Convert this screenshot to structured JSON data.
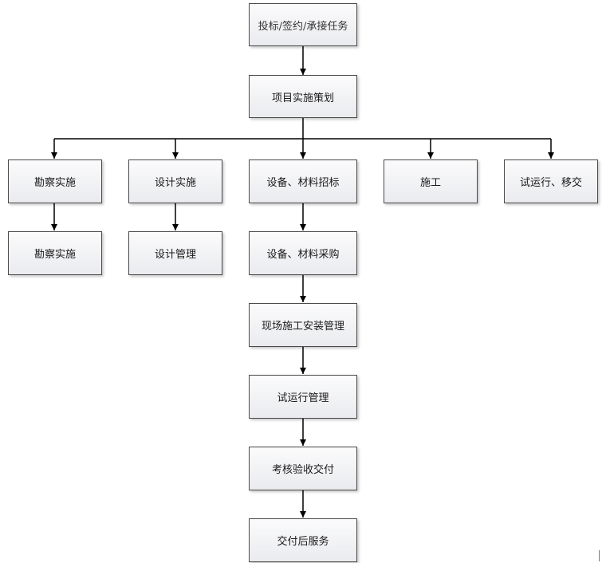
{
  "nodes": {
    "start": "投标/签约/承接任务",
    "plan": "项目实施策划",
    "survey": "勘察实施",
    "design": "设计实施",
    "tender": "设备、材料招标",
    "construction": "施工",
    "trial_handover": "试运行、移交",
    "survey_mgmt": "勘察实施",
    "design_mgmt": "设计管理",
    "procurement": "设备、材料采购",
    "site_install": "现场施工安装管理",
    "trial_mgmt": "试运行管理",
    "acceptance": "考核验收交付",
    "after_service": "交付后服务"
  }
}
